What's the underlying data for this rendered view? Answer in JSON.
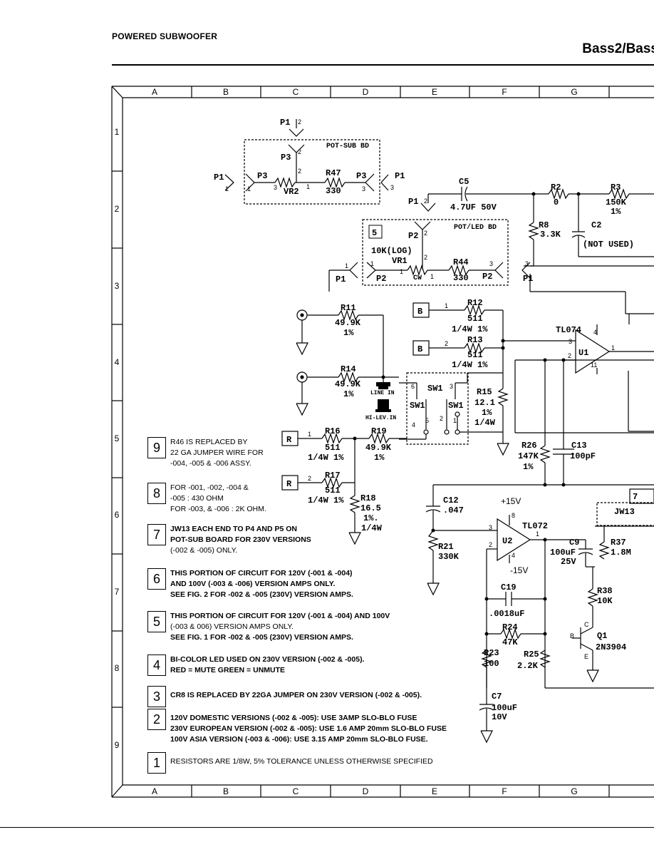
{
  "header": {
    "left": "POWERED SUBWOOFER",
    "right": "Bass2/Bass"
  },
  "grid": {
    "columns": [
      "A",
      "B",
      "C",
      "D",
      "E",
      "F",
      "G"
    ],
    "rows": [
      "1",
      "2",
      "3",
      "4",
      "5",
      "6",
      "7",
      "8",
      "9"
    ]
  },
  "schematic": {
    "fig_title": "FIG 1",
    "labels": {
      "p1": "P1",
      "p2": "P2",
      "p3": "P3",
      "pot_sub_bd": "POT-SUB BD",
      "pot_led_bd": "POT/LED BD",
      "r47": "R47",
      "r47_val": "330",
      "vr2": "VR2",
      "c5": "C5",
      "c5_val": "4.7UF  50V",
      "r2": "R2",
      "r2_val": "0",
      "r3": "R3",
      "r3_val": "150K",
      "r3_tol": "1%",
      "r8": "R8",
      "r8_val": "3.3K",
      "c2": "C2",
      "c2_val": "(NOT USED)",
      "vr1_val": "10K(LOG)",
      "vr1": "VR1",
      "r44": "R44",
      "r44_val": "330",
      "cw": "CW",
      "box5": "5",
      "r11": "R11",
      "r11_val": "49.9K",
      "r11_tol": "1%",
      "r12": "R12",
      "r12_val": "511",
      "r12_tol": "1/4W 1%",
      "r13": "R13",
      "r13_val": "511",
      "r13_tol": "1/4W 1%",
      "r14": "R14",
      "r14_val": "49.9K",
      "r14_tol": "1%",
      "line_in": "LINE IN",
      "hi_lev_in": "HI-LEV.IN",
      "sw1": "SW1",
      "r15": "R15",
      "r15_val": "12.1",
      "r15_tol": "1%",
      "r15_w": "1/4W",
      "tl074": "TL074",
      "u1": "U1",
      "r16": "R16",
      "r16_val": "511",
      "r16_tol": "1/4W 1%",
      "r19": "R19",
      "r19_val": "49.9K",
      "r19_tol": "1%",
      "r17": "R17",
      "r17_val": "511",
      "r17_tol": "1/4W 1%",
      "r18": "R18",
      "r18_val": "16.5",
      "r18_tol": "1%.",
      "r18_w": "1/4W",
      "r26": "R26",
      "r26_val": "147K",
      "r26_tol": "1%",
      "c13": "C13",
      "c13_val": "100pF",
      "c12": "C12",
      "c12_val": ".047",
      "plus15": "+15V",
      "minus15": "-15V",
      "tl072": "TL072",
      "u2": "U2",
      "r21": "R21",
      "r21_val": "330K",
      "c9": "C9",
      "c9_val": "100uF",
      "c9_v": "25V",
      "r37": "R37",
      "r37_val": "1.8M",
      "jw13": "JW13",
      "c19": "C19",
      "c19_val": ".0018uF",
      "r24": "R24",
      "r24_val": "47K",
      "r23": "R23",
      "r23_val": "100",
      "r25": "R25",
      "r25_val": "2.2K",
      "r38": "R38",
      "r38_val": "10K",
      "q1": "Q1",
      "q1_val": "2N3904",
      "c7": "C7",
      "c7_val": "100uF",
      "c7_v": "10V",
      "B": "B",
      "R": "R",
      "box7": "7"
    }
  },
  "notes": [
    {
      "num": "9",
      "lines": [
        "R46 IS REPLACED BY",
        "22 GA JUMPER WIRE FOR",
        "-004, -005 & -006 ASSY."
      ]
    },
    {
      "num": "8",
      "lines": [
        "FOR -001, -002, -004 &",
        "-005 : 430 OHM",
        "FOR -003, & -006 : 2K OHM."
      ]
    },
    {
      "num": "7",
      "lines": [
        "JW13 EACH END TO P4 AND P5 ON",
        "POT-SUB BOARD FOR 230V VERSIONS",
        "(-002 & -005) ONLY."
      ]
    },
    {
      "num": "6",
      "lines": [
        "THIS PORTION OF CIRCUIT FOR 120V (-001 & -004)",
        "AND 100V (-003 & -006) VERSION AMPS ONLY.",
        "SEE FIG. 2 FOR -002 & -005 (230V) VERSION AMPS."
      ]
    },
    {
      "num": "5",
      "lines": [
        "THIS PORTION OF CIRCUIT FOR 120V (-001 & -004) AND 100V",
        "(-003 & 006) VERSION AMPS ONLY.",
        "SEE FIG. 1 FOR -002 & -005 (230V) VERSION AMPS."
      ]
    },
    {
      "num": "4",
      "lines": [
        "BI-COLOR LED USED ON 230V VERSION (-002 & -005).",
        "RED = MUTE      GREEN = UNMUTE"
      ]
    },
    {
      "num": "3",
      "lines": [
        "CR8 IS REPLACED BY 22GA JUMPER ON 230V VERSION (-002 & -005)."
      ]
    },
    {
      "num": "2",
      "lines": [
        "120V DOMESTIC VERSIONS (-002 & -005): USE 3AMP SLO-BLO FUSE",
        "230V EUROPEAN VERSION (-002 & -005): USE 1.6 AMP 20mm SLO-BLO FUSE",
        "100V ASIA VERSION (-003 & -006): USE 3.15 AMP 20mm SLO-BLO FUSE."
      ]
    },
    {
      "num": "1",
      "lines": [
        "RESISTORS ARE 1/8W, 5% TOLERANCE UNLESS OTHERWISE SPECIFIED"
      ]
    }
  ]
}
